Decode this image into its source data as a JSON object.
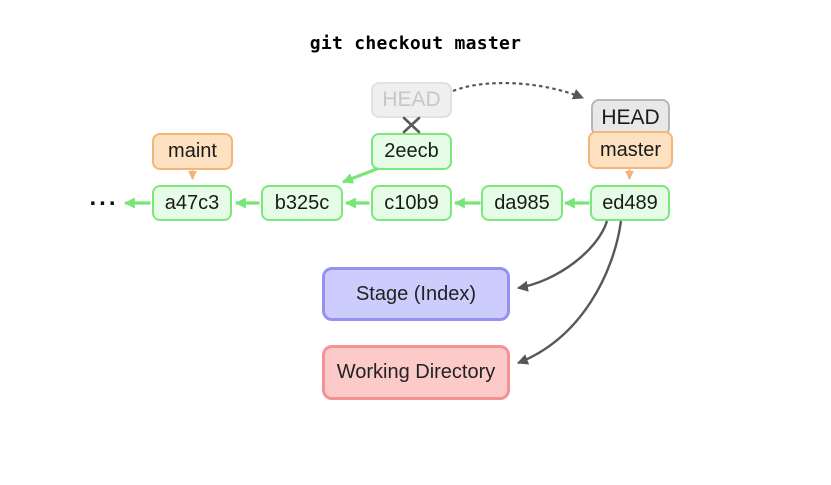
{
  "title": "git checkout master",
  "nodes": {
    "old_head": {
      "label": "HEAD"
    },
    "new_head": {
      "label": "HEAD"
    },
    "master_branch": {
      "label": "master"
    },
    "maint_branch": {
      "label": "maint"
    },
    "detached_commit": {
      "label": "2eecb"
    },
    "commits": [
      {
        "label": "a47c3"
      },
      {
        "label": "b325c"
      },
      {
        "label": "c10b9"
      },
      {
        "label": "da985"
      },
      {
        "label": "ed489"
      }
    ],
    "ellipsis": "...",
    "stage": {
      "label": "Stage (Index)"
    },
    "working_directory": {
      "label": "Working Directory"
    }
  },
  "colors": {
    "commit_border": "#7be87b",
    "commit_fill": "#e6fce6",
    "commit_arrow": "#77e677",
    "branch_border": "#f5b579",
    "branch_fill": "#fde1c0",
    "branch_arrow": "#f7b377",
    "head_old_fill": "#efefef",
    "head_old_border": "#e2e2e2",
    "head_old_text": "#c7c7c7",
    "head_new_fill": "#e8e8e8",
    "head_new_border": "#b6b6b6",
    "stage_fill": "#ccccfd",
    "stage_border": "#9393f3",
    "working_fill": "#fdcaca",
    "working_border": "#f39393",
    "dark_arrow": "#575757"
  }
}
